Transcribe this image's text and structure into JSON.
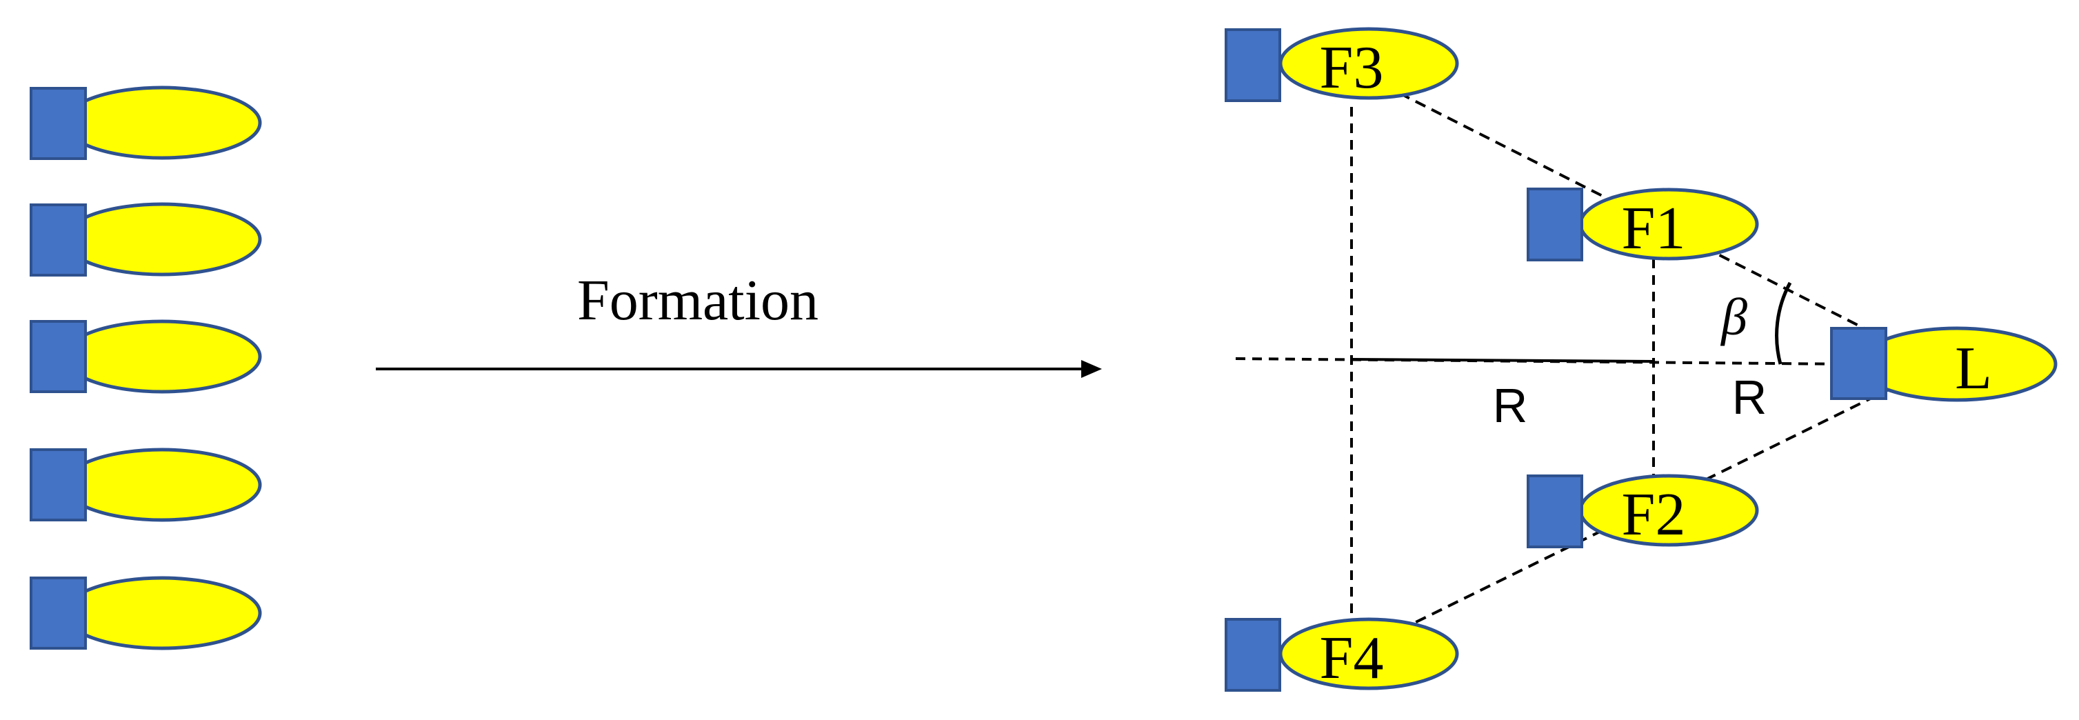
{
  "colors": {
    "square_fill": "#4472C4",
    "square_stroke": "#2F528F",
    "ellipse_fill": "#FFFF00",
    "ellipse_stroke": "#2F528F",
    "line": "#000000"
  },
  "arrow": {
    "label": "Formation"
  },
  "formation": {
    "nodes": {
      "f3": "F3",
      "f1": "F1",
      "leader": "L",
      "f2": "F2",
      "f4": "F4"
    },
    "angle_label": "β",
    "distance_labels": [
      "R",
      "R"
    ]
  },
  "left_group": {
    "count": 5
  }
}
